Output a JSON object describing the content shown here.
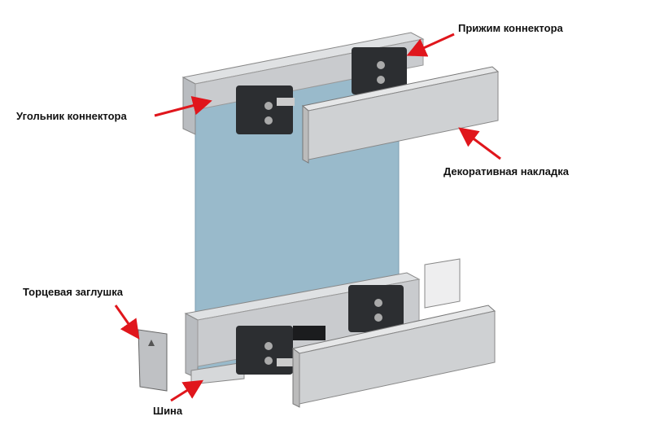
{
  "labels": {
    "press_connector": "Прижим коннектора",
    "corner_connector": "Угольник коннектора",
    "decorative_cover": "Декоративная накладка",
    "end_cap": "Торцевая заглушка",
    "rail": "Шина"
  },
  "colors": {
    "arrow": "#e0161c",
    "glass": "#8fb3c6",
    "aluminium": "#c9cbce",
    "connector": "#2c2e31"
  }
}
